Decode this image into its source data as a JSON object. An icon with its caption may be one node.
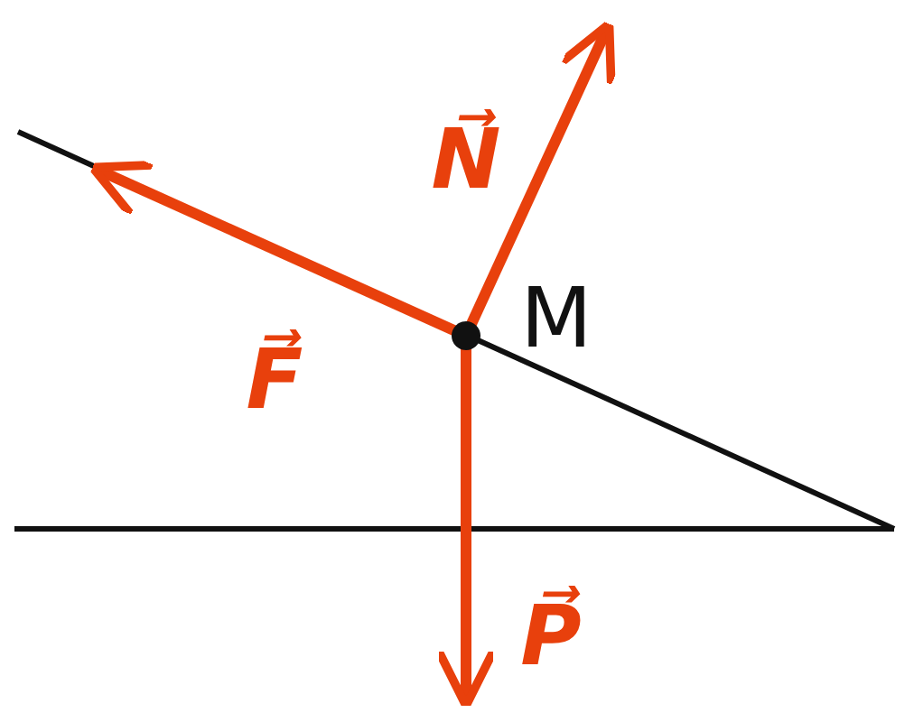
{
  "diagram": {
    "labels": [
      "N⃗",
      "M",
      "F⃗",
      "P⃗"
    ]
  }
}
